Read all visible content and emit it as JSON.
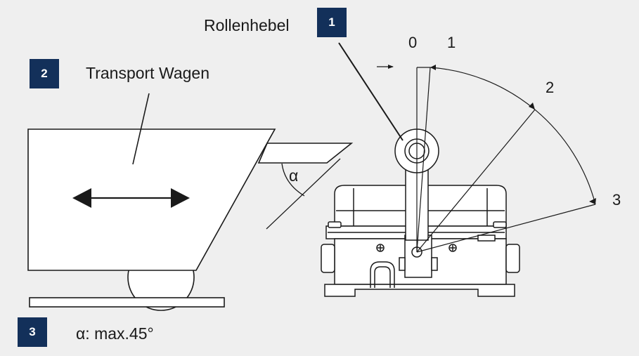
{
  "colors": {
    "background": "#efefef",
    "badge": "#13305a",
    "line": "#1a1a1a"
  },
  "badges": {
    "one": "1",
    "two": "2",
    "three": "3"
  },
  "labels": {
    "roller_lever": "Rollenhebel",
    "transport_cart": "Transport Wagen",
    "alpha_symbol": "α",
    "max_angle": "α: max.45°"
  },
  "positions": [
    "0",
    "1",
    "2",
    "3"
  ]
}
